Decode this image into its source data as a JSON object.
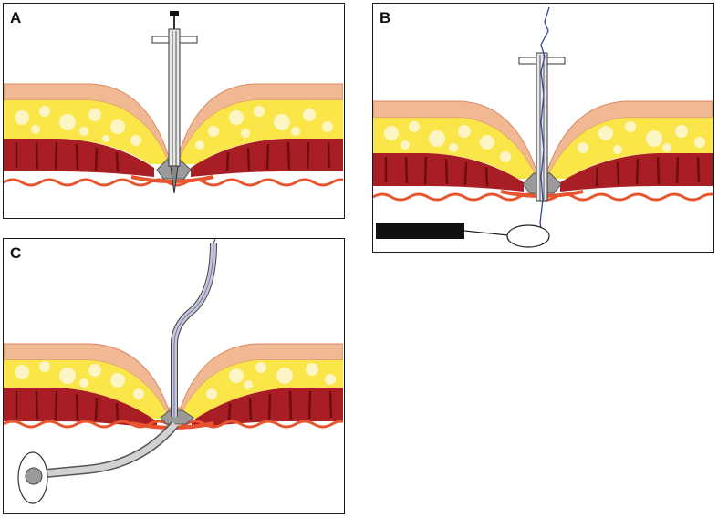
{
  "panels": [
    {
      "id": "A",
      "label": "A"
    },
    {
      "id": "B",
      "label": "B"
    },
    {
      "id": "C",
      "label": "C"
    }
  ],
  "colors": {
    "skin": "#f1b894",
    "skin_edge": "#d98a62",
    "fat": "#fbe64a",
    "fat_globule": "#fdf6c4",
    "muscle": "#a81e24",
    "muscle_stripe": "#6e0d10",
    "peritoneum": "#e8542e",
    "plug": "#9a9a9a",
    "tube": "#c7c7d4",
    "wire": "#3a45a0",
    "device": "#111111"
  }
}
